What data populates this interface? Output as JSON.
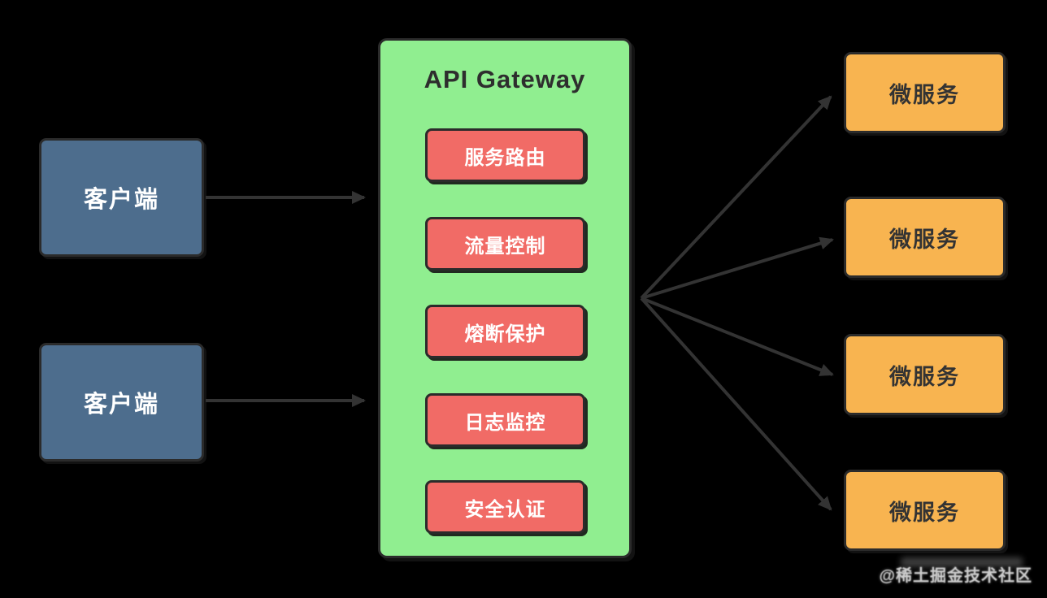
{
  "diagram": {
    "title": "API Gateway",
    "clients": [
      {
        "label": "客户端"
      },
      {
        "label": "客户端"
      }
    ],
    "gateway_features": [
      {
        "label": "服务路由"
      },
      {
        "label": "流量控制"
      },
      {
        "label": "熔断保护"
      },
      {
        "label": "日志监控"
      },
      {
        "label": "安全认证"
      }
    ],
    "microservices": [
      {
        "label": "微服务"
      },
      {
        "label": "微服务"
      },
      {
        "label": "微服务"
      },
      {
        "label": "微服务"
      }
    ],
    "colors": {
      "background": "#000000",
      "client_fill": "#4d6d8d",
      "client_text": "#ffffff",
      "gateway_fill": "#90ee90",
      "gateway_title_text": "#2e2e2e",
      "feature_fill": "#f16b66",
      "feature_text": "#ffffff",
      "microservice_fill": "#f8b450",
      "microservice_text": "#333333",
      "arrow": "#333333",
      "border": "#2b2b2b",
      "watermark_text": "#cccccc"
    },
    "watermark": "@稀土掘金技术社区"
  }
}
